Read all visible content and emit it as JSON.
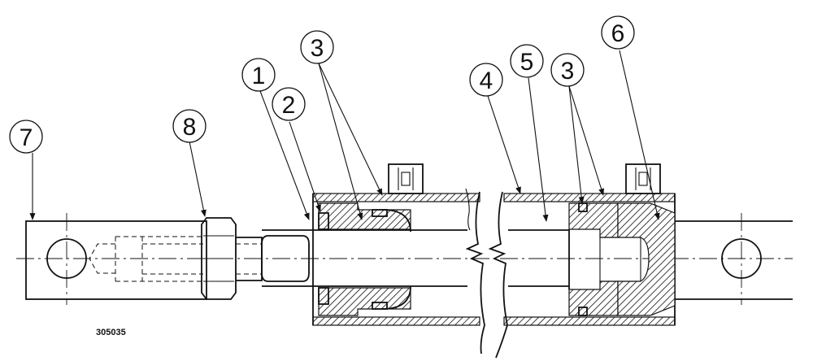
{
  "drawing": {
    "number": "305035",
    "callouts": [
      {
        "id": "c1",
        "label": "1"
      },
      {
        "id": "c2",
        "label": "2"
      },
      {
        "id": "c3a",
        "label": "3"
      },
      {
        "id": "c4",
        "label": "4"
      },
      {
        "id": "c5",
        "label": "5"
      },
      {
        "id": "c3b",
        "label": "3"
      },
      {
        "id": "c6",
        "label": "6"
      },
      {
        "id": "c7",
        "label": "7"
      },
      {
        "id": "c8",
        "label": "8"
      }
    ]
  }
}
